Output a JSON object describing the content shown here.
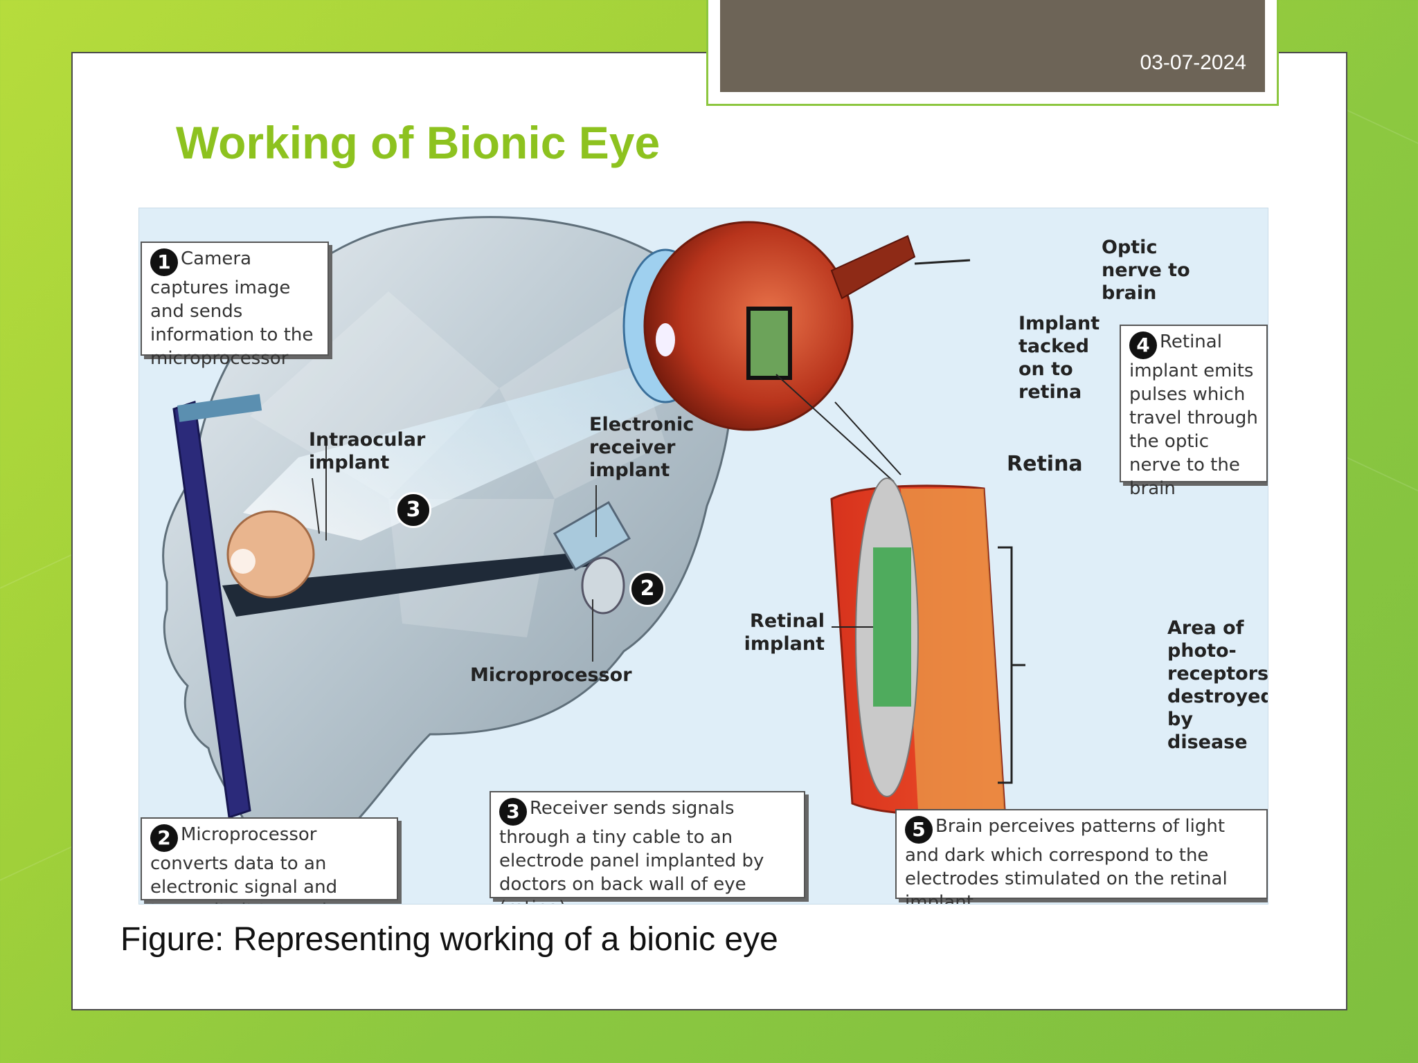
{
  "slide": {
    "date": "03-07-2024",
    "title": "Working of Bionic Eye",
    "caption": "Figure: Representing working of a bionic eye"
  },
  "figure": {
    "callouts": [
      {
        "num": "1",
        "text": "Camera captures image and sends information to the microprocessor"
      },
      {
        "num": "2",
        "text": "Microprocessor converts data to an electronic signal and transmits it to receiver"
      },
      {
        "num": "3",
        "text": "Receiver sends signals through a tiny cable to an electrode panel implanted by doctors on back wall of eye (retina)"
      },
      {
        "num": "4",
        "text": "Retinal implant emits pulses which travel through the optic nerve to the brain"
      },
      {
        "num": "5",
        "text": "Brain perceives patterns of light and dark which correspond to the electrodes stimulated on the retinal implant"
      }
    ],
    "labels": {
      "intraocular": "Intraocular implant",
      "electronic_receiver": "Electronic receiver implant",
      "microprocessor": "Microprocessor",
      "optic_nerve": "Optic nerve to brain",
      "implant_tacked": "Implant tacked on to retina",
      "retina": "Retina",
      "retinal_implant": "Retinal implant",
      "area_destroyed": "Area of photo-receptors destroyed by disease"
    },
    "markers": {
      "three": "3",
      "two": "2"
    }
  }
}
